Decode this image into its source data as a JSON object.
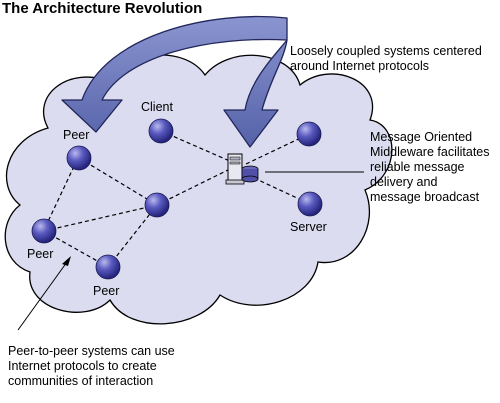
{
  "title": "The Architecture Revolution",
  "callouts": {
    "top": [
      "Loosely coupled systems centered",
      "around Internet protocols"
    ],
    "right": [
      "Message Oriented",
      "Middleware facilitates",
      "reliable message",
      "delivery and",
      "message broadcast"
    ],
    "bottom": [
      "Peer-to-peer systems can use",
      "Internet protocols to create",
      "communities of interaction"
    ]
  },
  "labels": {
    "peer_top": "Peer",
    "client": "Client",
    "peer_left": "Peer",
    "peer_bottom": "Peer",
    "server": "Server"
  },
  "colors": {
    "cloud_fill": "#dcdcf0",
    "arrow_fill": "#6a76b8",
    "node_fill": "#4a4aa8"
  }
}
